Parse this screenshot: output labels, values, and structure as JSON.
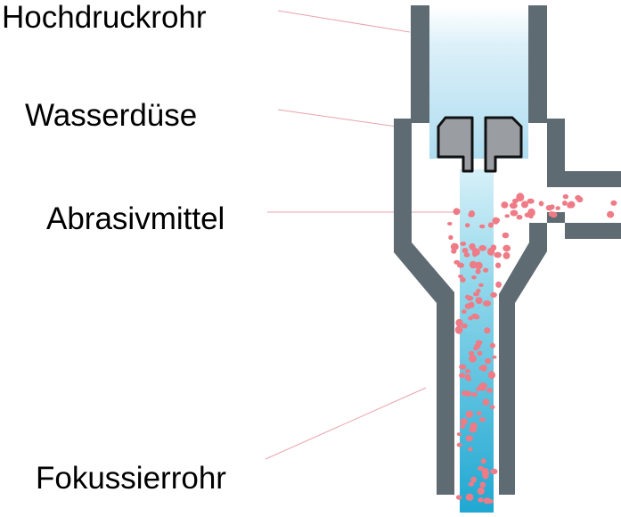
{
  "labels": {
    "hochdruckrohr": "Hochdruckrohr",
    "wasserduese": "Wasserdüse",
    "abrasivmittel": "Abrasivmittel",
    "fokussierrohr": "Fokussierrohr"
  },
  "colors": {
    "wall": "#5f6b73",
    "nozzle": "#9a9ea2",
    "water_light": "#e4f4fb",
    "water_dark": "#24aed4",
    "particle": "#ee7b86",
    "leader": "#e9a3a9"
  }
}
